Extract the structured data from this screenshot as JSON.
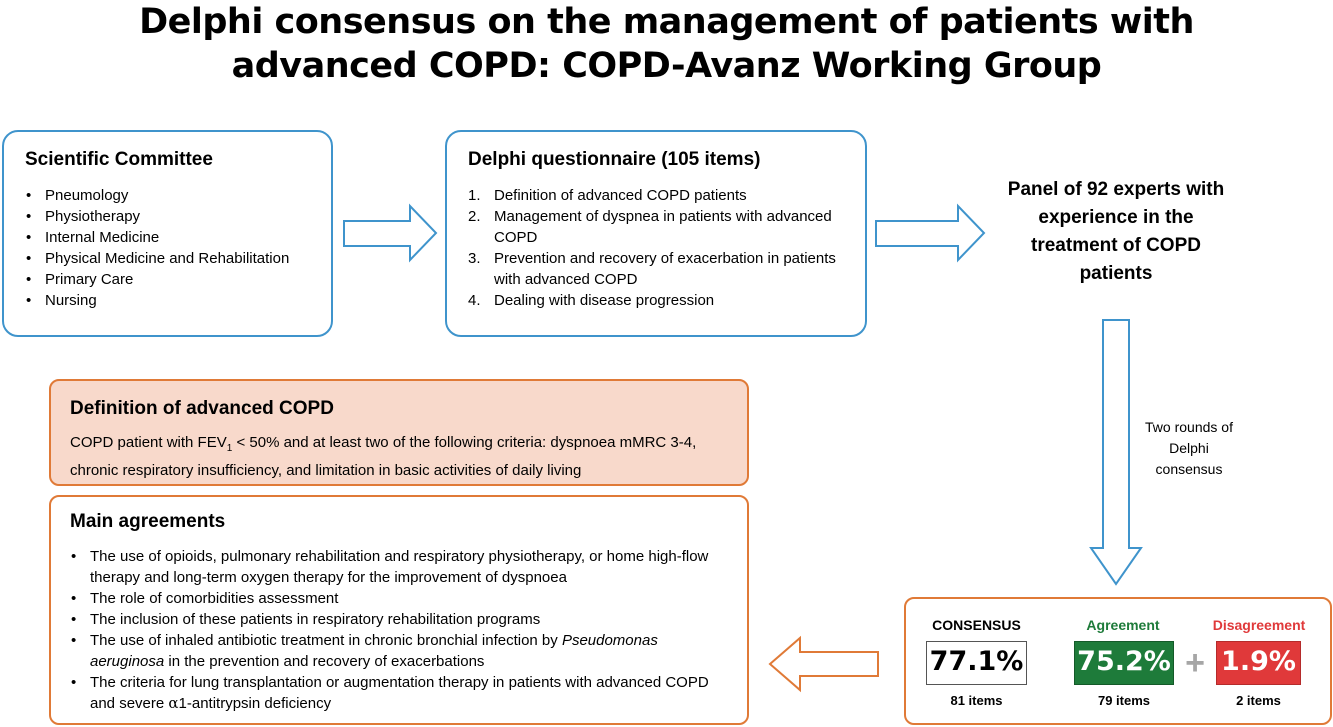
{
  "title": {
    "line1": "Delphi consensus on the management of patients with",
    "line2": "advanced COPD: COPD-Avanz Working Group"
  },
  "scientific_committee": {
    "heading": "Scientific Committee",
    "items": [
      "Pneumology",
      "Physiotherapy",
      "Internal Medicine",
      "Physical Medicine and Rehabilitation",
      "Primary Care",
      "Nursing"
    ]
  },
  "questionnaire": {
    "heading": "Delphi questionnaire (105 items)",
    "items": [
      {
        "num": "1.",
        "text": "Definition of advanced COPD patients"
      },
      {
        "num": "2.",
        "text": "Management of dyspnea in patients with advanced COPD"
      },
      {
        "num": "3.",
        "text": "Prevention and recovery of exacerbation in patients with advanced COPD"
      },
      {
        "num": "4.",
        "text": "Dealing with disease progression"
      }
    ]
  },
  "panel": {
    "text": "Panel of 92 experts with experience in the treatment of COPD patients"
  },
  "rounds": {
    "text": "Two rounds of Delphi consensus"
  },
  "definition": {
    "heading": "Definition of advanced COPD",
    "text_before": "COPD patient with FEV",
    "subscript": "1",
    "text_after": " < 50% and at least two of the following criteria: dyspnoea mMRC 3-4, chronic respiratory insufficiency, and limitation in basic activities of daily living"
  },
  "agreements": {
    "heading": "Main agreements",
    "items": [
      {
        "text": "The use of opioids, pulmonary rehabilitation and respiratory physiotherapy, or home high-flow therapy and long-term oxygen therapy for the improvement of dyspnoea"
      },
      {
        "text": "The role of comorbidities assessment"
      },
      {
        "text": "The inclusion of these patients in respiratory rehabilitation programs"
      },
      {
        "text_before": "The use of inhaled antibiotic treatment in chronic bronchial infection by ",
        "italic": "Pseudomonas aeruginosa",
        "text_after": " in the prevention and recovery of exacerbations"
      },
      {
        "text_before": "The criteria for lung transplantation or augmentation therapy in patients with advanced COPD and severe ",
        "greek": "α",
        "text_after": "1-antitrypsin deficiency"
      }
    ]
  },
  "results": {
    "consensus": {
      "label": "CONSENSUS",
      "value": "77.1%",
      "items": "81 items"
    },
    "agreement": {
      "label": "Agreement",
      "value": "75.2%",
      "items": "79 items",
      "color": "#1e7b3a"
    },
    "plus": "+",
    "disagreement": {
      "label": "Disagreement",
      "value": "1.9%",
      "items": "2 items",
      "color": "#e0393a"
    }
  },
  "colors": {
    "blue_border": "#3f94cc",
    "orange_border": "#e07a37",
    "definition_fill": "#f8d9cb",
    "green": "#1e7b3a",
    "red": "#e0393a"
  }
}
